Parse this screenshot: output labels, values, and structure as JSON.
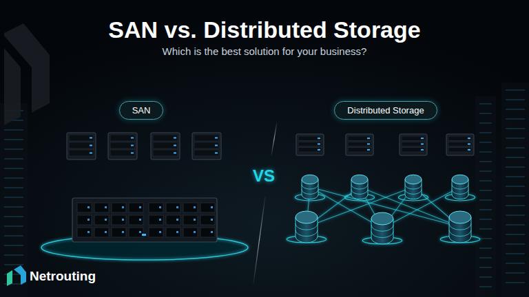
{
  "diagram": {
    "title": "SAN vs. Distributed Storage",
    "nodes": [
      {
        "text": [
          "SAN"
        ]
      },
      {
        "text": [
          "Distributed Storage"
        ]
      }
    ],
    "labels": [
      "Which is the best solution for your business?",
      "VS",
      "Netrouting"
    ]
  }
}
